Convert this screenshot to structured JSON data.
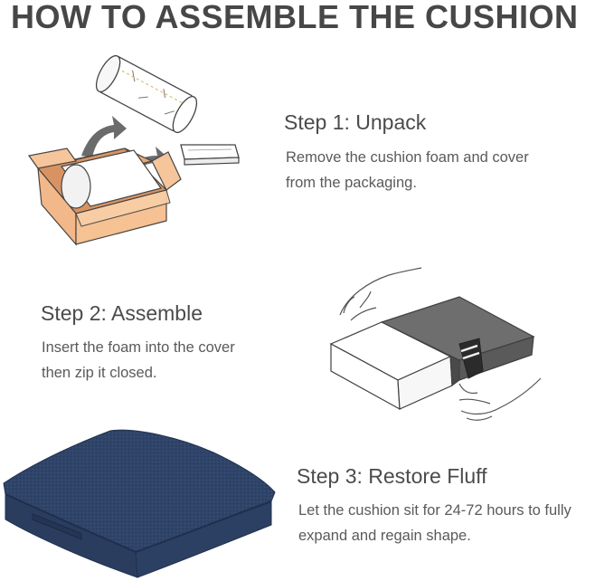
{
  "title": "HOW TO ASSEMBLE THE CUSHION",
  "steps": [
    {
      "heading": "Step 1: Unpack",
      "lines": [
        "Remove the cushion foam and cover",
        "from the packaging."
      ],
      "illustration": "box-unpack-illustration"
    },
    {
      "heading": "Step 2: Assemble",
      "lines": [
        "Insert the foam into the cover",
        "then zip it closed."
      ],
      "illustration": "foam-insert-illustration"
    },
    {
      "heading": "Step 3: Restore Fluff",
      "lines": [
        "Let the cushion sit for 24-72 hours to fully",
        "expand and regain shape."
      ],
      "illustration": "navy-cushion-illustration"
    }
  ],
  "colors": {
    "heading": "#474747",
    "box": "#f3b889",
    "arrow": "#6b6b6b",
    "cover_gray": "#6e6e6e",
    "cushion_navy": "#2f4468"
  }
}
